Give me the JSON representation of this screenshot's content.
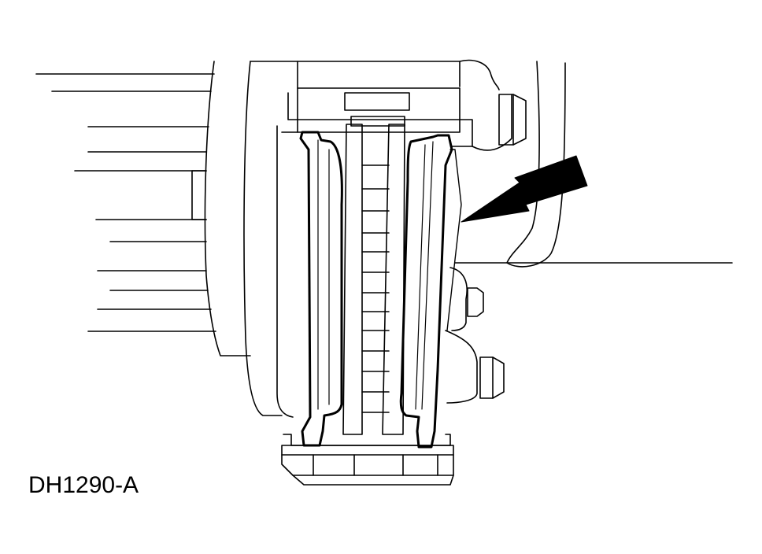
{
  "figure": {
    "label": "DH1290-A",
    "line_color": "#000000",
    "background_color": "#ffffff",
    "components": [
      "brake-caliper",
      "inner-brake-pad",
      "outer-brake-pad",
      "brake-rotor",
      "caliper-bolt",
      "caliper-bracket",
      "steering-knuckle"
    ],
    "callout": "arrow-icon"
  }
}
